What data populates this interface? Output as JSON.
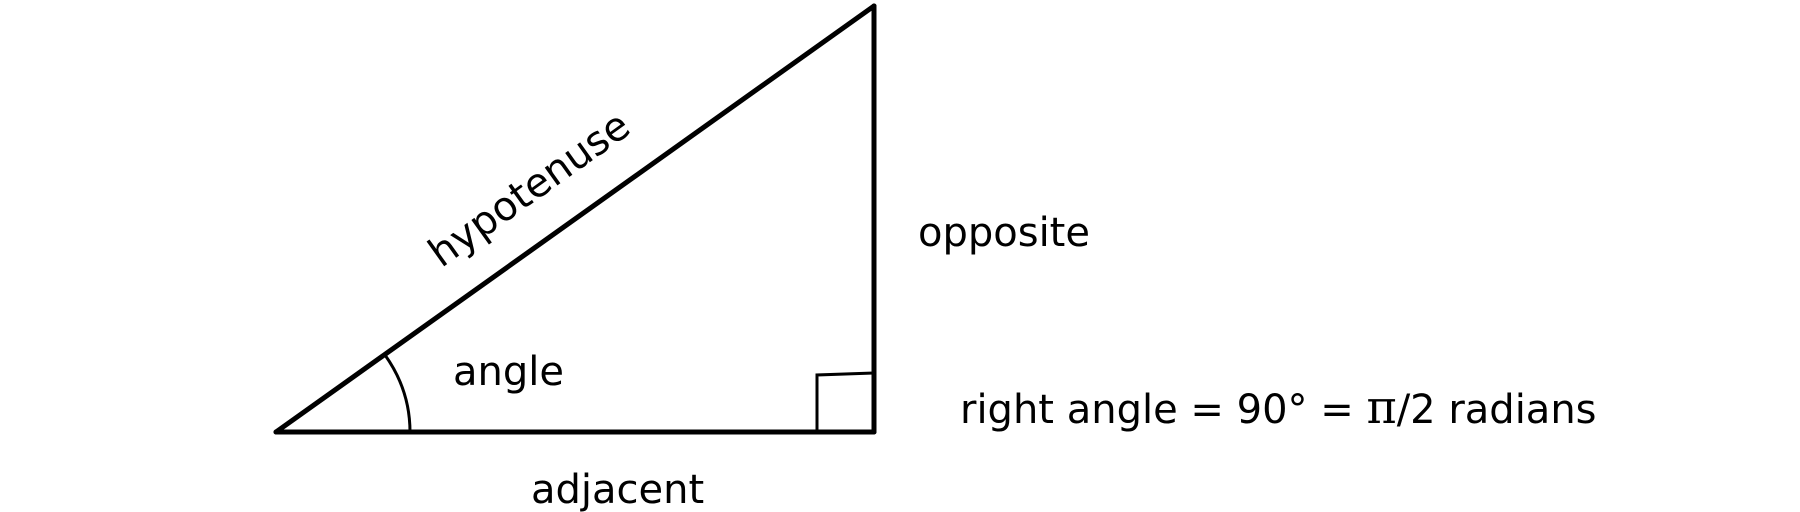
{
  "labels": {
    "hypotenuse": "hypotenuse",
    "opposite": "opposite",
    "adjacent": "adjacent",
    "angle": "angle"
  },
  "formula": {
    "text_before_pi": "right angle = 90° = ",
    "pi_symbol": "π",
    "text_after_pi": "/2 radians"
  }
}
